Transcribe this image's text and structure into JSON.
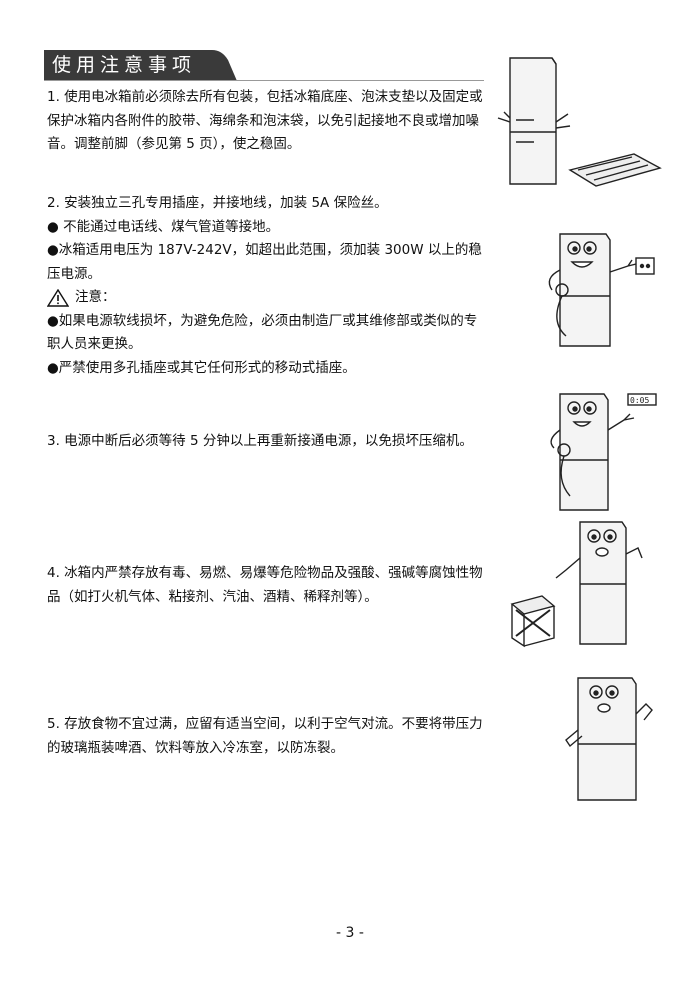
{
  "section_title": "使用注意事项",
  "item1": "1. 使用电冰箱前必须除去所有包装，包括冰箱底座、泡沫支垫以及固定或保护冰箱内各附件的胶带、海绵条和泡沫袋，以免引起接地不良或增加噪音。调整前脚（参见第 5 页），使之稳固。",
  "item2": {
    "main": "2. 安装独立三孔专用插座，并接地线，加装 5A 保险丝。",
    "b1": "● 不能通过电话线、煤气管道等接地。",
    "b2": "●冰箱适用电压为 187V-242V，如超出此范围，须加装 300W 以上的稳压电源。",
    "warn_label": "注意：",
    "b3": "●如果电源软线损坏，为避免危险，必须由制造厂或其维修部或类似的专职人员来更换。",
    "b4": "●严禁使用多孔插座或其它任何形式的移动式插座。"
  },
  "item3": "3. 电源中断后必须等待 5 分钟以上再重新接通电源，以免损坏压缩机。",
  "item4": "4. 冰箱内严禁存放有毒、易燃、易爆等危险物品及强酸、强碱等腐蚀性物品（如打火机气体、粘接剂、汽油、酒精、稀释剂等）。",
  "item5": "5. 存放食物不宜过满，应留有适当空间，以利于空气对流。不要将带压力的玻璃瓶装啤酒、饮料等放入冷冻室，以防冻裂。",
  "clock_text": "0:05",
  "page_number": "- 3 -"
}
